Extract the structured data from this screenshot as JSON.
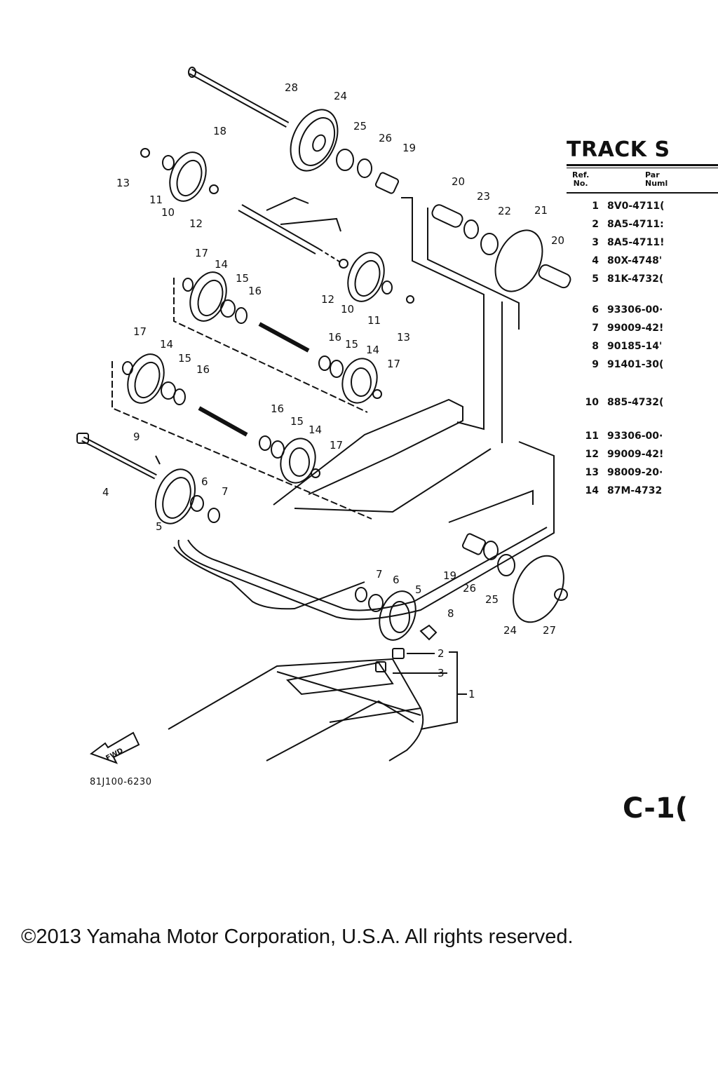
{
  "panel": {
    "title": "TRACK S",
    "col_ref_line1": "Ref.",
    "col_ref_line2": "No.",
    "col_part_line1": "Par",
    "col_part_line2": "Numl",
    "rows": [
      {
        "no": "1",
        "part": "8V0-4711("
      },
      {
        "no": "2",
        "part": "8A5-4711:"
      },
      {
        "no": "3",
        "part": "8A5-4711!"
      },
      {
        "no": "4",
        "part": "80X-4748'"
      },
      {
        "no": "5",
        "part": "81K-4732("
      },
      {
        "no": "6",
        "part": "93306-00·"
      },
      {
        "no": "7",
        "part": "99009-42!"
      },
      {
        "no": "8",
        "part": "90185-14'"
      },
      {
        "no": "9",
        "part": "91401-30("
      },
      {
        "no": "10",
        "part": "885-4732("
      },
      {
        "no": "11",
        "part": "93306-00·"
      },
      {
        "no": "12",
        "part": "99009-42!"
      },
      {
        "no": "13",
        "part": "98009-20·"
      },
      {
        "no": "14",
        "part": "87M-4732"
      }
    ]
  },
  "page_code": "C-1(",
  "figure_code": "81J100-6230",
  "fwd_label": "FWD",
  "copyright": "©2013 Yamaha Motor Corporation, U.S.A. All rights reserved.",
  "callouts": {
    "c28": "28",
    "c24a": "24",
    "c18": "18",
    "c25a": "25",
    "c26a": "26",
    "c19a": "19",
    "c13a": "13",
    "c11a": "11",
    "c10a": "10",
    "c12a": "12",
    "c20a": "20",
    "c23": "23",
    "c22": "22",
    "c21": "21",
    "c20b": "20",
    "c17a": "17",
    "c14a": "14",
    "c15a": "15",
    "c16a": "16",
    "c12b": "12",
    "c10b": "10",
    "c11b": "11",
    "c13b": "13",
    "c17b": "17",
    "c14b": "14",
    "c15b": "15",
    "c16b": "16",
    "c16c": "16",
    "c15c": "15",
    "c14c": "14",
    "c17c": "17",
    "c9": "9",
    "c16d": "16",
    "c15d": "15",
    "c14d": "14",
    "c17d": "17",
    "c4": "4",
    "c6a": "6",
    "c7a": "7",
    "c5a": "5",
    "c7b": "7",
    "c6b": "6",
    "c5b": "5",
    "c19b": "19",
    "c26b": "26",
    "c25b": "25",
    "c8": "8",
    "c24b": "24",
    "c27": "27",
    "c2": "2",
    "c3": "3",
    "c1": "1"
  }
}
